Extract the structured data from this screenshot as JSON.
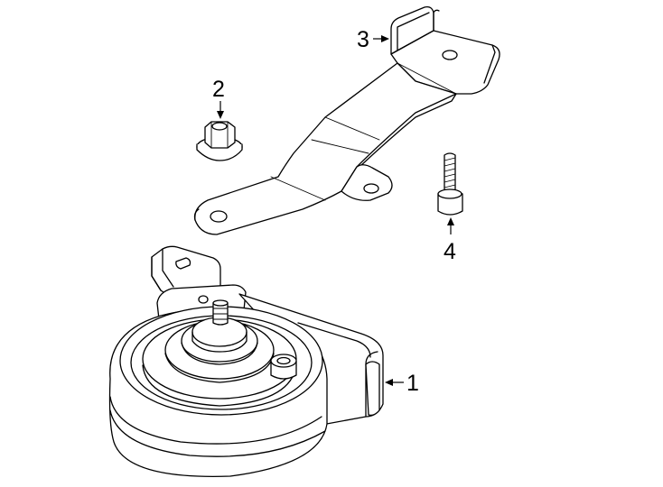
{
  "callouts": [
    {
      "id": "1",
      "label": "1",
      "part": "horn"
    },
    {
      "id": "2",
      "label": "2",
      "part": "nut"
    },
    {
      "id": "3",
      "label": "3",
      "part": "bracket"
    },
    {
      "id": "4",
      "label": "4",
      "part": "bolt"
    }
  ]
}
